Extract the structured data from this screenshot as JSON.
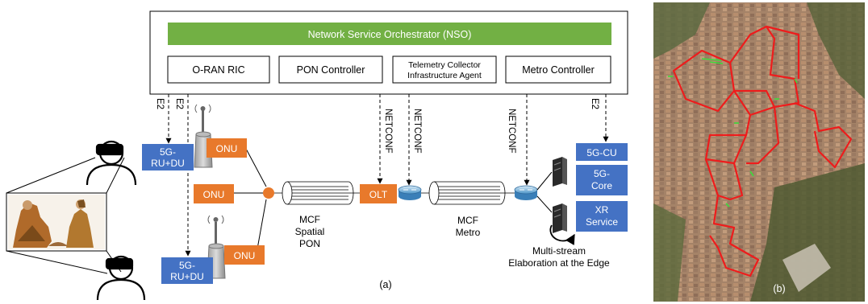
{
  "nso": {
    "title": "Network Service Orchestrator (NSO)",
    "modules": [
      "O-RAN RIC",
      "PON Controller",
      "Telemetry Collector",
      "Infrastructure Agent",
      "Metro Controller"
    ]
  },
  "interfaces": {
    "e2": "E2",
    "netconf": "NETCONF"
  },
  "access": {
    "ru_du_line1": "5G-",
    "ru_du_line2": "RU+DU",
    "onu": "ONU"
  },
  "pon": {
    "olt": "OLT",
    "label_lines": [
      "MCF",
      "Spatial",
      "PON"
    ]
  },
  "metro": {
    "label_lines": [
      "MCF",
      "Metro"
    ]
  },
  "edge": {
    "cu": "5G-CU",
    "core_line1": "5G-",
    "core_line2": "Core",
    "xr_line1": "XR",
    "xr_line2": "Service",
    "caption_line1": "Multi-stream",
    "caption_line2": "Elaboration at the Edge"
  },
  "captions": {
    "a": "(a)",
    "b": "(b)"
  },
  "colors": {
    "green": "#72b044",
    "orange": "#e8792b",
    "blue": "#4472c4",
    "red": "#ee1c1c"
  }
}
